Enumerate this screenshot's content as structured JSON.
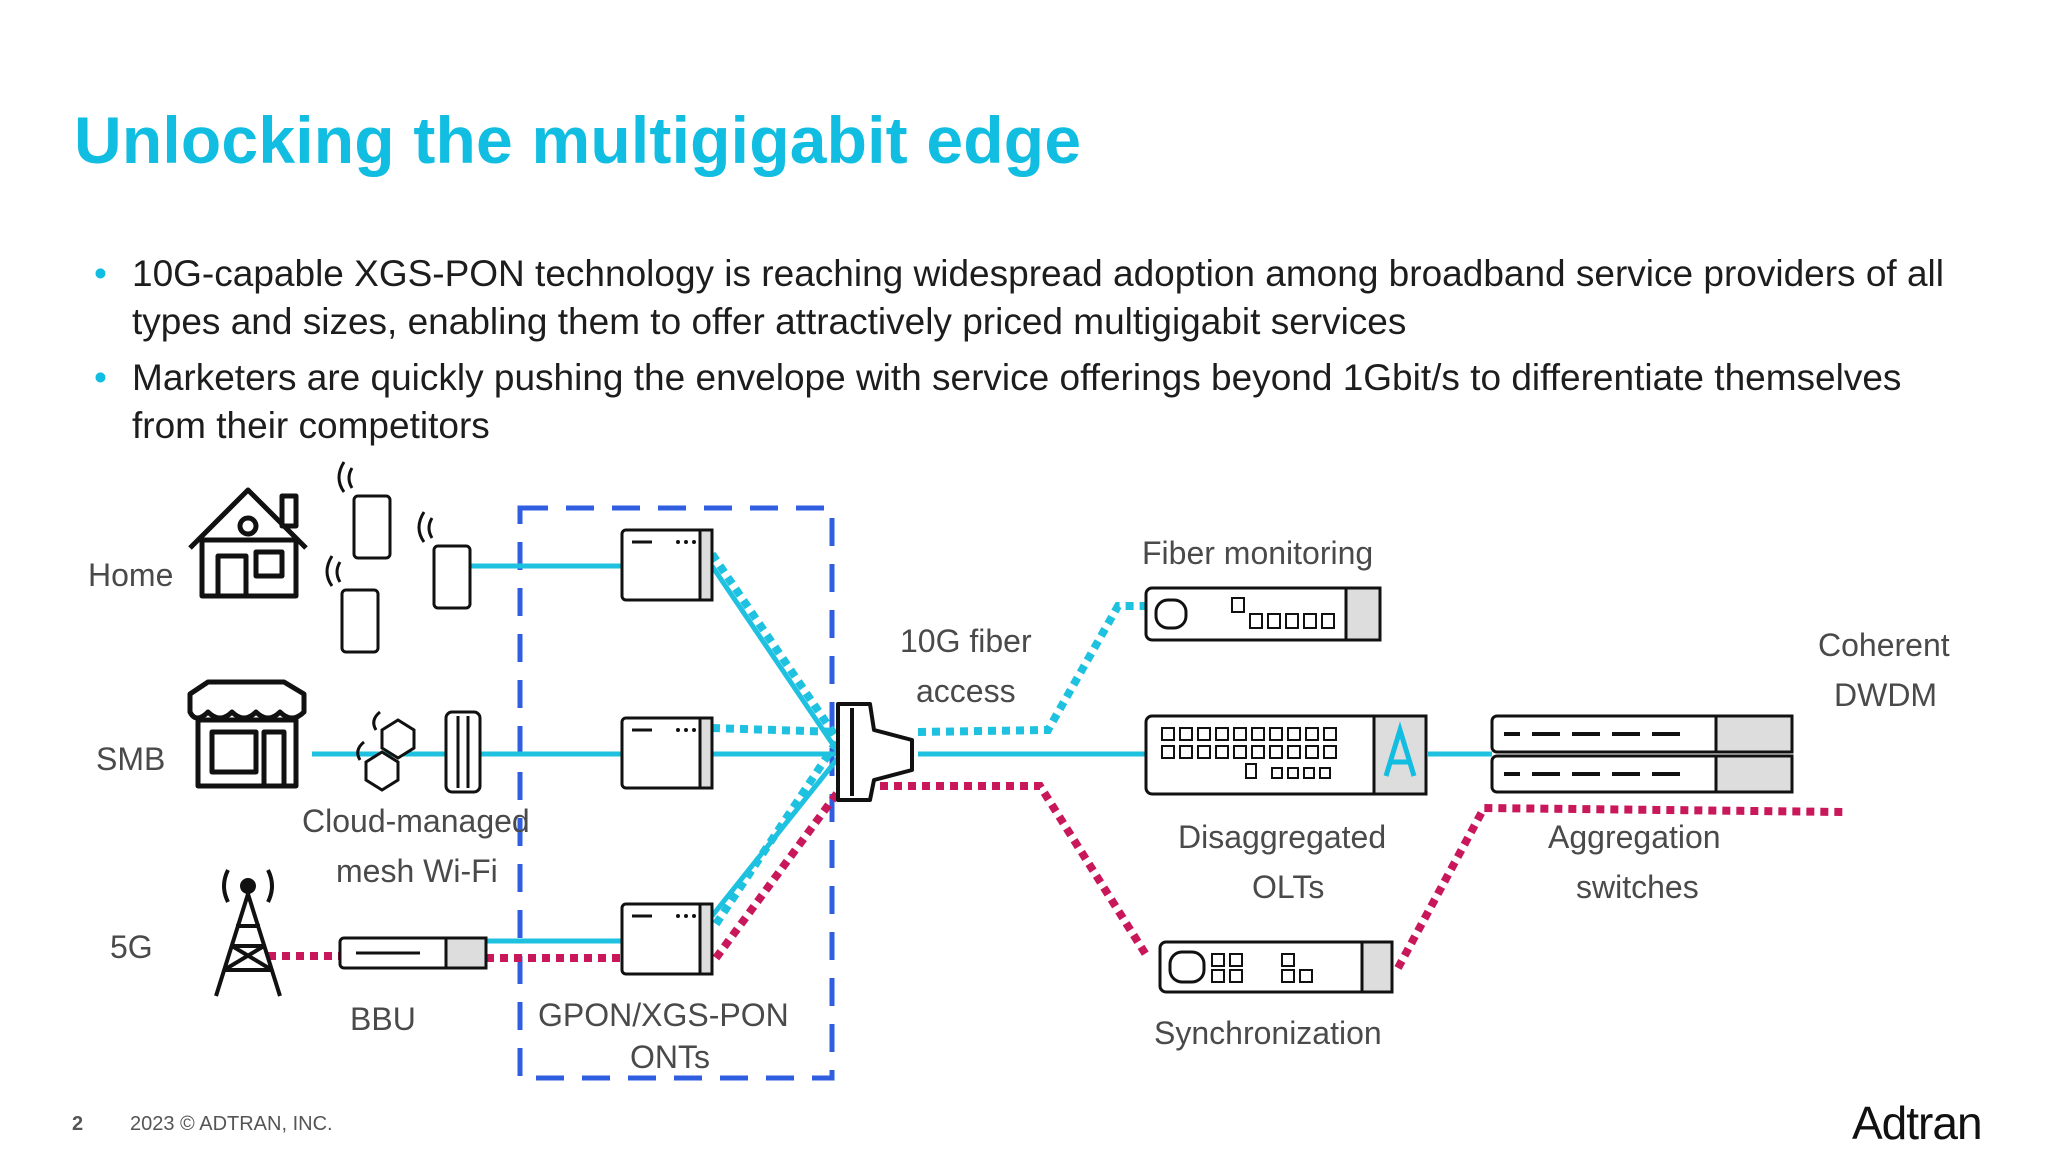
{
  "title": "Unlocking the multigigabit edge",
  "bullets": [
    "10G-capable XGS-PON technology is reaching widespread adoption among broadband service providers of all types and sizes, enabling them to offer attractively priced multigigabit services",
    "Marketers are quickly pushing the envelope with service offerings beyond 1Gbit/s to differentiate themselves from their competitors"
  ],
  "bullet_glyph": "•",
  "diagram": {
    "home": "Home",
    "smb": "SMB",
    "fiveg": "5G",
    "wifi_line1": "Cloud-managed",
    "wifi_line2": "mesh Wi-Fi",
    "bbu": "BBU",
    "ont_line1": "GPON/XGS-PON",
    "ont_line2": "ONTs",
    "fiber_line1": "10G fiber",
    "fiber_line2": "access",
    "fiber_monitoring": "Fiber monitoring",
    "olt_line1": "Disaggregated",
    "olt_line2": "OLTs",
    "sync": "Synchronization",
    "agg_line1": "Aggregation",
    "agg_line2": "switches",
    "dwdm_line1": "Coherent",
    "dwdm_line2": "DWDM"
  },
  "colors": {
    "accent": "#11bde0",
    "fiber": "#1ec1df",
    "sync": "#c8175a",
    "ont_box": "#2f5fe0"
  },
  "footer": {
    "page": "2",
    "copyright": "2023 © ADTRAN, INC.",
    "logo": "Adtran"
  }
}
